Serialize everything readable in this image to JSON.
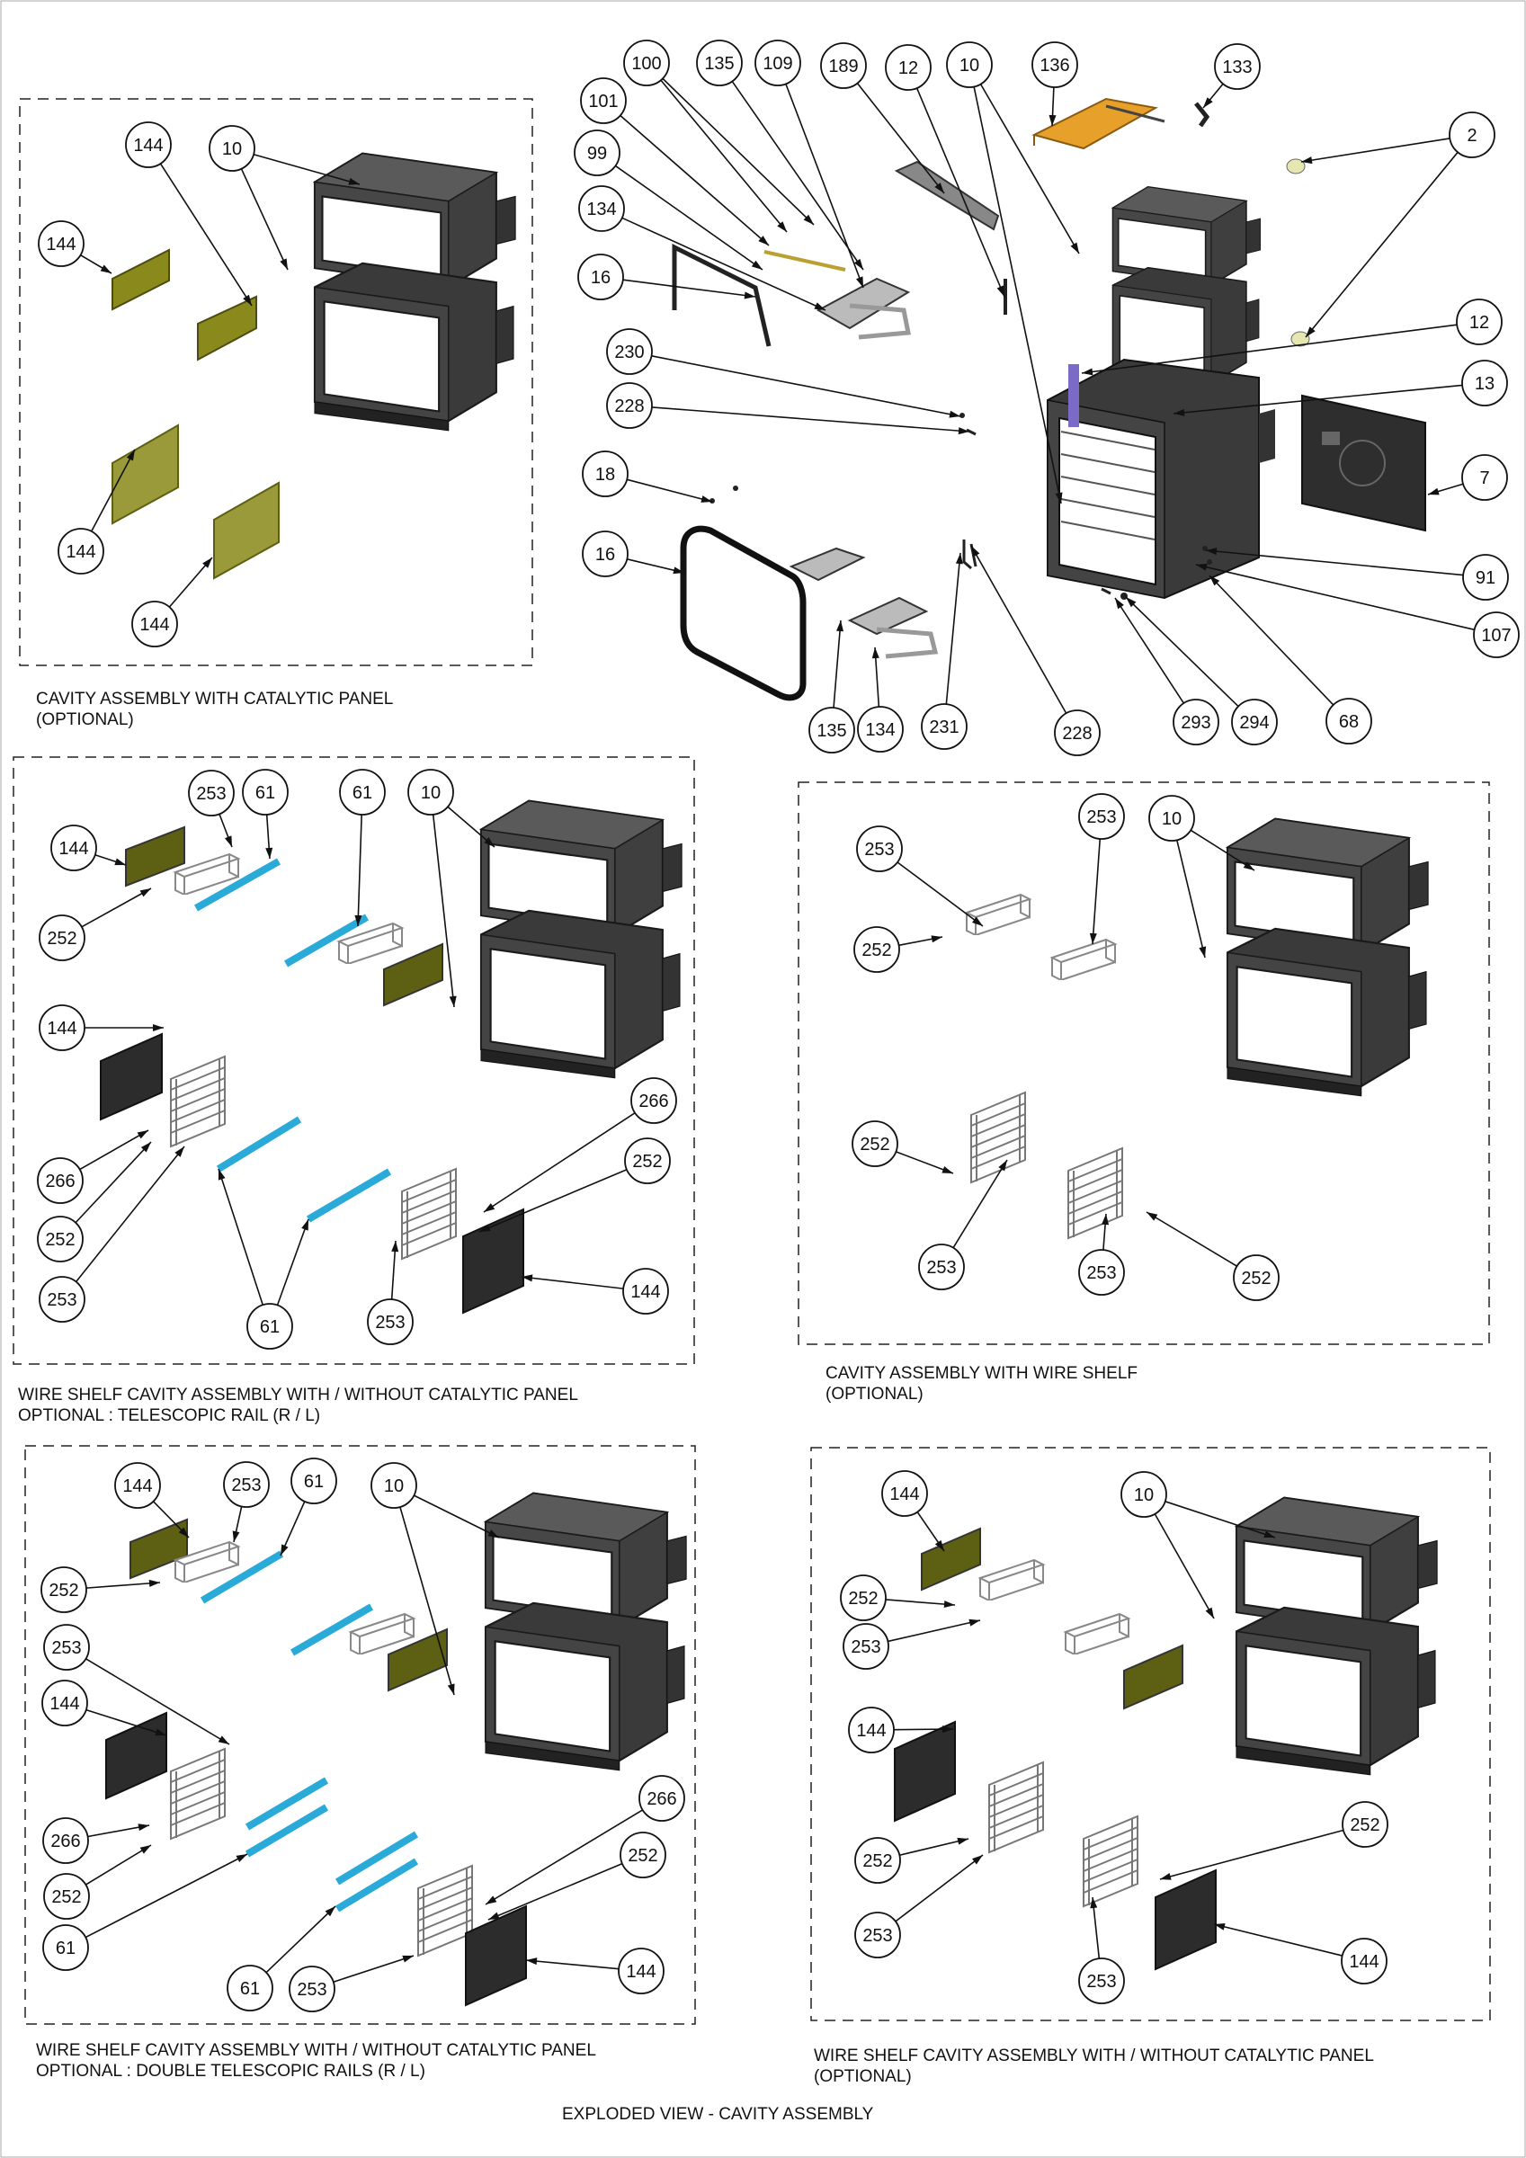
{
  "title": "EXPLODED VIEW -  CAVITY ASSEMBLY",
  "captions": {
    "catalytic_line1": "CAVITY ASSEMBLY WITH CATALYTIC PANEL",
    "catalytic_line2": "(OPTIONAL)",
    "telescopic_line1": "WIRE SHELF CAVITY ASSEMBLY WITH / WITHOUT CATALYTIC PANEL",
    "telescopic_line2": "OPTIONAL :   TELESCOPIC RAIL (R / L)",
    "wire_shelf_line1": "CAVITY ASSEMBLY WITH WIRE SHELF",
    "wire_shelf_line2": "(OPTIONAL)",
    "double_line1": "WIRE SHELF CAVITY ASSEMBLY WITH / WITHOUT CATALYTIC PANEL",
    "double_line2": "OPTIONAL :   DOUBLE TELESCOPIC RAILS (R / L)",
    "wire_catalytic_line1": "WIRE SHELF CAVITY ASSEMBLY WITH / WITHOUT CATALYTIC PANEL",
    "wire_catalytic_line2": "(OPTIONAL)"
  },
  "callouts": {
    "main": [
      "100",
      "135",
      "109",
      "189",
      "12",
      "10",
      "136",
      "133",
      "101",
      "99",
      "2",
      "134",
      "16",
      "12",
      "230",
      "13",
      "228",
      "7",
      "18",
      "16",
      "91",
      "107",
      "135",
      "134",
      "231",
      "228",
      "293",
      "294",
      "68"
    ],
    "catalytic": [
      "144",
      "10",
      "144",
      "144",
      "144",
      "144"
    ],
    "telescopic": [
      "253",
      "61",
      "61",
      "10",
      "144",
      "252",
      "144",
      "266",
      "252",
      "266",
      "252",
      "253",
      "61",
      "253",
      "144"
    ],
    "wire_shelf": [
      "253",
      "253",
      "10",
      "252",
      "252",
      "253",
      "253",
      "252"
    ],
    "double": [
      "144",
      "253",
      "61",
      "10",
      "252",
      "253",
      "144",
      "266",
      "252",
      "266",
      "252",
      "61",
      "61",
      "253",
      "144"
    ],
    "wire_catalytic": [
      "144",
      "10",
      "252",
      "253",
      "144",
      "252",
      "252",
      "253",
      "253",
      "144"
    ]
  },
  "colors": {
    "cavity": "#454545",
    "cavity_dark": "#2a2a2a",
    "catalytic_panel": "#8a8a1c",
    "catalytic_olive": "#5d5f12",
    "rail_blue": "#2aaad8",
    "heater_orange": "#e7a02a",
    "dark_panel": "#2c2c2c"
  }
}
